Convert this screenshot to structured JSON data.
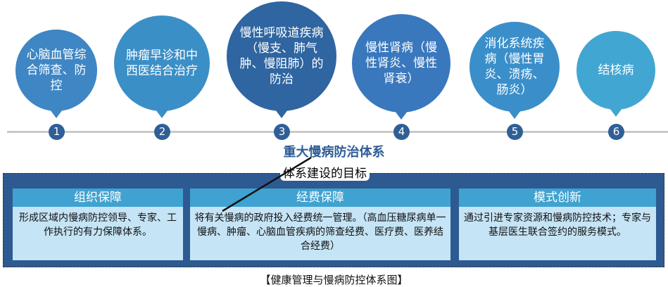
{
  "items": [
    {
      "number": "1",
      "text": "心脑血管综合筛查、防控",
      "color": "#3f86c4"
    },
    {
      "number": "2",
      "text": "肿瘤早诊和中西医结合治疗",
      "color": "#3b8fc7"
    },
    {
      "number": "3",
      "text": "慢性呼吸道疾病（慢支、肺气肿、慢阻肺）的防治",
      "color": "#2f65a0"
    },
    {
      "number": "4",
      "text": "慢性肾病（慢性肾炎、慢性肾衰）",
      "color": "#3a78bd"
    },
    {
      "number": "5",
      "text": "消化系统疾病（慢性胃炎、溃疡、肠炎）",
      "color": "#3a8fca"
    },
    {
      "number": "6",
      "text": "结核病",
      "color": "#42a6d2"
    }
  ],
  "title": "重大慢病防治体系",
  "subtitle": "体系建设的目标",
  "panels": [
    {
      "header": "组织保障",
      "body": "形成区域内慢病防控领导、专家、工作执行的有力保障体系。"
    },
    {
      "header": "经费保障",
      "body": "将有关慢病的政府投入经费统一管理。（高血压糖尿病单一慢病、肿瘤、心脑血管疾病的筛查经费、医疗费、医养结合经费）"
    },
    {
      "header": "模式创新",
      "body": "通过引进专家资源和慢病防控技术；专家与基层医生联合签约的服务模式。"
    }
  ],
  "caption": "【健康管理与慢病防控体系图】"
}
